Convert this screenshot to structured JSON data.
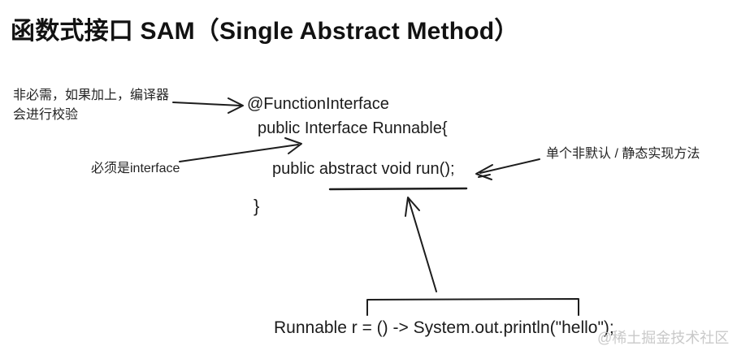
{
  "title": "函数式接口 SAM（Single Abstract Method）",
  "annotations": {
    "compiler_note_line1": "非必需，如果加上，编译器",
    "compiler_note_line2": "会进行校验",
    "interface_note": "必须是interface",
    "method_note": "单个非默认 / 静态实现方法"
  },
  "code": {
    "annotation_line": "@FunctionInterface",
    "interface_decl": "public Interface Runnable{",
    "method_decl": "public abstract void run();",
    "closing_brace": "}",
    "lambda_example": "Runnable r = () -> System.out.println(\"hello\");"
  },
  "watermark": "@稀土掘金技术社区",
  "arrows": [
    "compiler-note-to-annotation-arrow",
    "interface-note-to-declaration-arrow",
    "method-note-to-method-arrow",
    "lambda-to-method-arrow"
  ],
  "colors": {
    "background": "#ffffff",
    "text": "#1c1c1c",
    "stroke": "#1d1d1d",
    "watermark": "#c9c9c9"
  }
}
